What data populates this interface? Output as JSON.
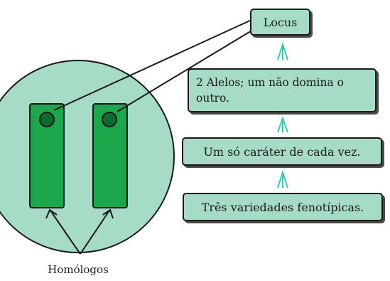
{
  "labels": {
    "locus": "Locus",
    "alelos": "2 Alelos; um não domina o outro.",
    "carater": "Um só caráter de cada vez.",
    "variedades": "Três variedades fenotípicas.",
    "homologos": "Homólogos"
  },
  "colors": {
    "cell_fill": "#a6dcc6",
    "chromosome_fill": "#1ea64d",
    "locus_fill": "#0f6b2d",
    "box_fill": "#a6dcc6",
    "arrow_color": "#40c4b0",
    "outline": "#1a1a1a"
  },
  "icons": {
    "up_arrow": "up-arrow-icon"
  }
}
